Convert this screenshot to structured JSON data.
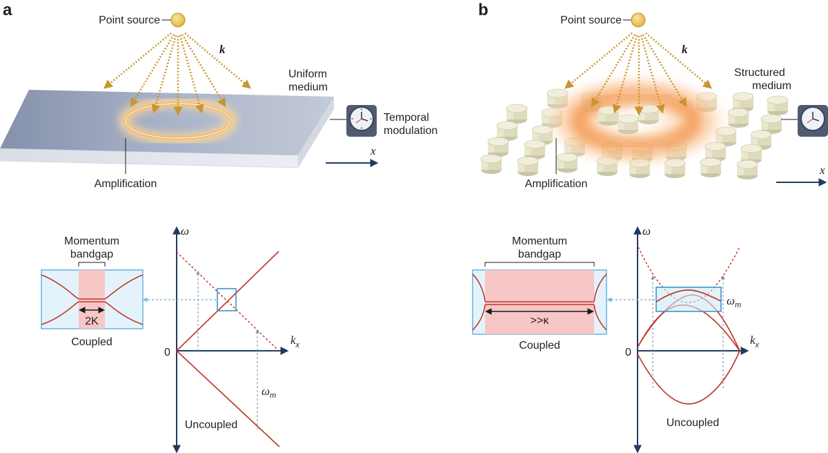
{
  "panel_a": {
    "letter": "a",
    "point_source_label": "Point source",
    "k_label": "k",
    "medium_label_line1": "Uniform",
    "medium_label_line2": "medium",
    "modulation_label_line1": "Temporal",
    "modulation_label_line2": "modulation",
    "x_axis_label": "x",
    "amplification_label": "Amplification",
    "inset": {
      "title_line1": "Momentum",
      "title_line2": "bandgap",
      "gap_label": "2K",
      "caption": "Coupled"
    },
    "dispersion": {
      "y_label": "ω",
      "x_label": "k",
      "x_label_sub": "x",
      "origin_label": "0",
      "omega_m_label": "ω",
      "omega_m_sub": "m",
      "uncoupled_label": "Uncoupled"
    }
  },
  "panel_b": {
    "letter": "b",
    "point_source_label": "Point source",
    "k_label": "k",
    "medium_label_line1": "Structured",
    "medium_label_line2": "medium",
    "x_axis_label": "x",
    "amplification_label": "Amplification",
    "inset": {
      "title_line1": "Momentum",
      "title_line2": "bandgap",
      "gap_label": ">>κ",
      "caption": "Coupled"
    },
    "dispersion": {
      "y_label": "ω",
      "x_label": "k",
      "x_label_sub": "x",
      "origin_label": "0",
      "omega_m_label": "ω",
      "omega_m_sub": "m",
      "uncoupled_label": "Uncoupled"
    }
  },
  "colors": {
    "navy": "#1f3a5f",
    "red_curve": "#c0392b",
    "gold_arrow": "#c9952f",
    "inset_fill": "#e4f3fb",
    "inset_stroke": "#5aaedc",
    "gap_fill": "#f7c6c6",
    "slab_top": "#9ea9bf"
  },
  "icons": [
    "point-source-icon",
    "clock-icon",
    "pillar-icon"
  ]
}
